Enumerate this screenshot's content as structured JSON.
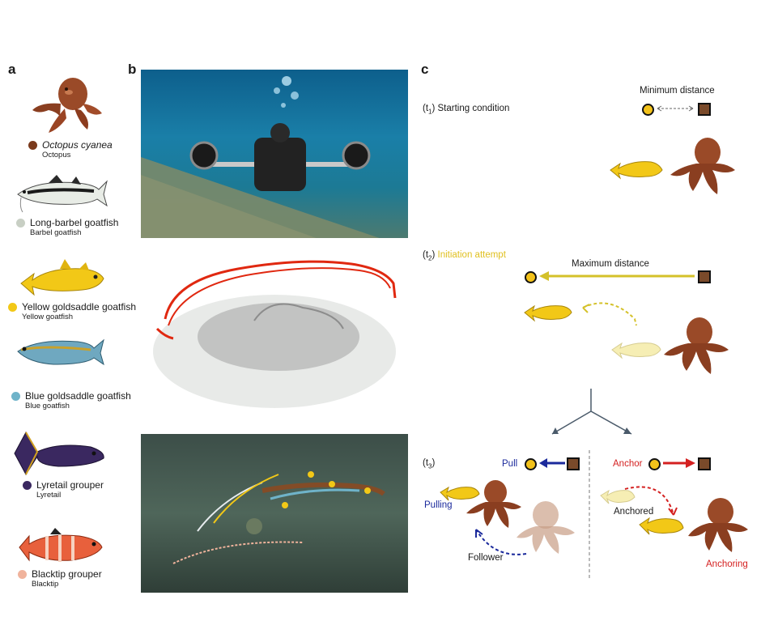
{
  "panels": {
    "a": "a",
    "b": "b",
    "c": "c"
  },
  "species": [
    {
      "name": "Octopus cyanea",
      "short": "Octopus",
      "color": "#7a3a1c",
      "italic": true
    },
    {
      "name": "Long-barbel goatfish",
      "short": "Barbel goatfish",
      "color": "#c8cfc4",
      "italic": false
    },
    {
      "name": "Yellow goldsaddle goatfish",
      "short": "Yellow goatfish",
      "color": "#f2c817",
      "italic": false
    },
    {
      "name": "Blue goldsaddle goatfish",
      "short": "Blue goatfish",
      "color": "#6fb3c9",
      "italic": false
    },
    {
      "name": "Lyretail grouper",
      "short": "Lyretail",
      "color": "#3a2860",
      "italic": false
    },
    {
      "name": "Blacktip grouper",
      "short": "Blacktip",
      "color": "#f0b39c",
      "italic": false
    }
  ],
  "panel_c": {
    "t1_label": "(t",
    "t1_sub": "1",
    "t1_text": ") Starting condition",
    "min_distance": "Minimum distance",
    "t2_label": "(t",
    "t2_sub": "2",
    "t2_text_close": ") ",
    "t2_text": "Initiation attempt",
    "max_distance": "Maximum distance",
    "t3_label": "(t",
    "t3_sub": "3",
    "t3_text": ")",
    "pull": "Pull",
    "pulling": "Pulling",
    "follower": "Follower",
    "anchor": "Anchor",
    "anchored": "Anchored",
    "anchoring": "Anchoring",
    "colors": {
      "pull": "#1b2a9c",
      "anchor": "#d42020",
      "initiation": "#e0c020",
      "yellow_arrow": "#d4c12a"
    }
  }
}
